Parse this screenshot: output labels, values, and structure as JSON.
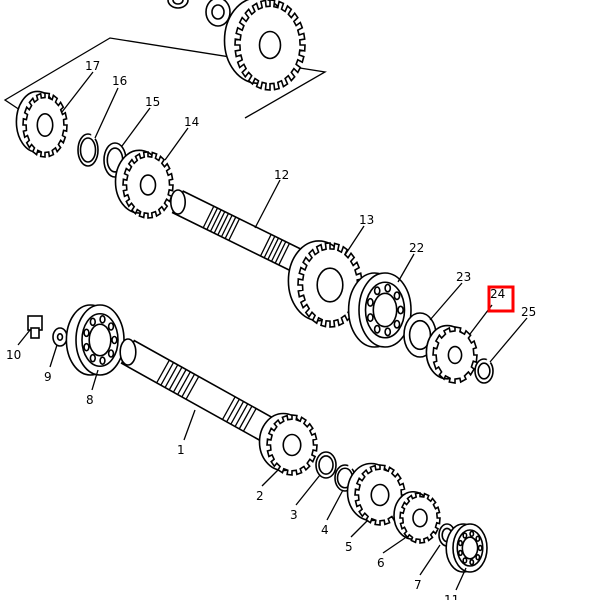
{
  "diagram": {
    "callouts": [
      "1",
      "2",
      "3",
      "4",
      "5",
      "6",
      "7",
      "8",
      "9",
      "10",
      "11",
      "12",
      "13",
      "14",
      "15",
      "16",
      "17",
      "22",
      "23",
      "24",
      "25"
    ],
    "highlighted_callout": "24",
    "highlight_color": "#ff0000"
  }
}
